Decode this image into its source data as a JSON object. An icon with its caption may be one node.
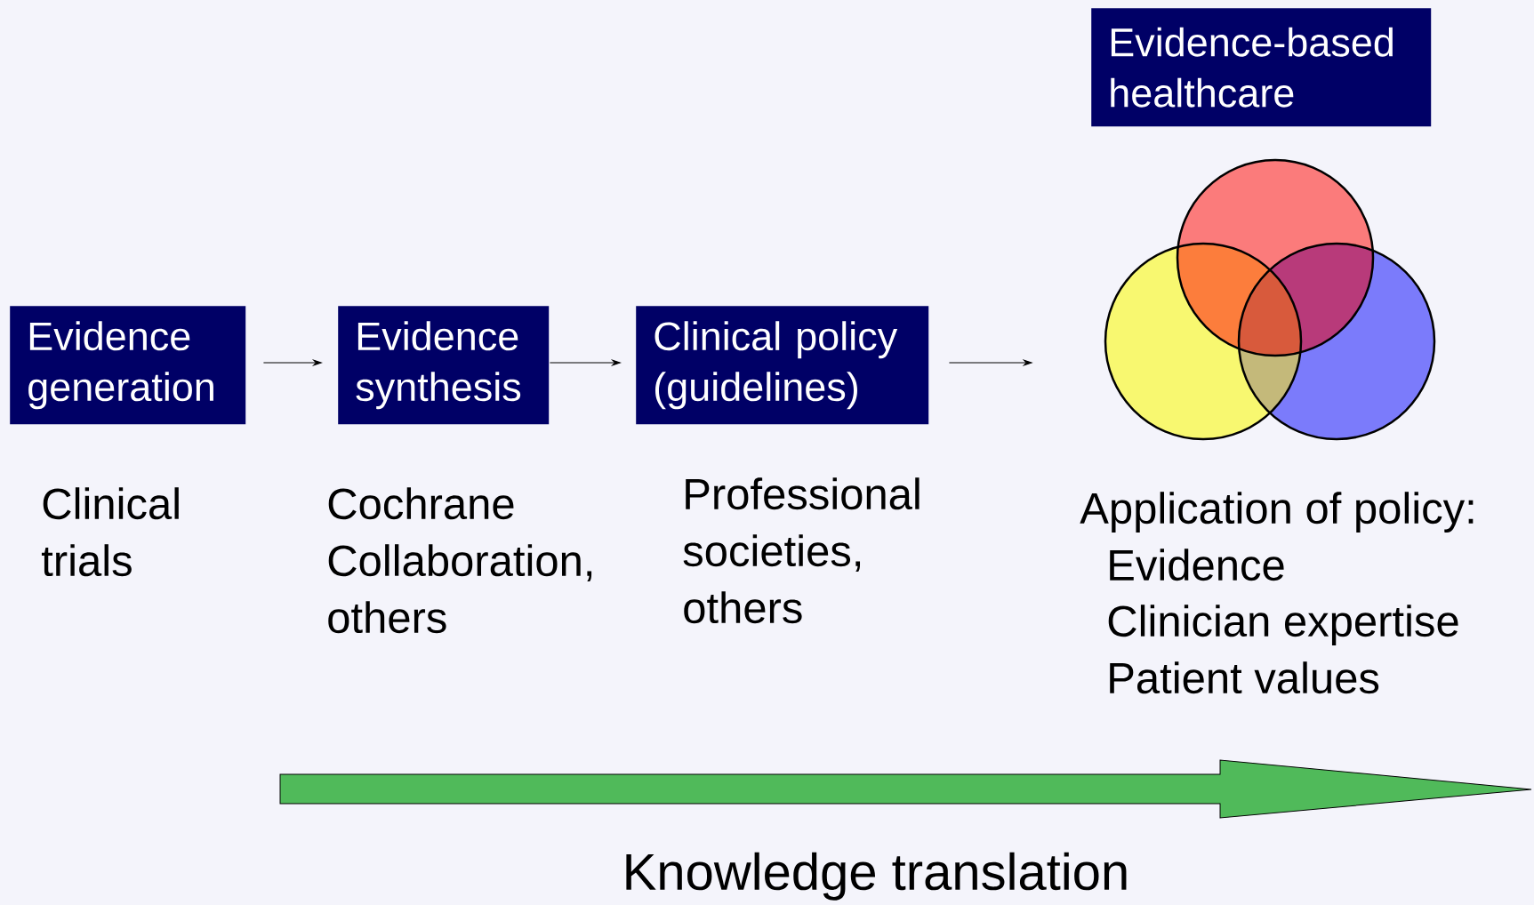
{
  "diagram": {
    "nodes": [
      {
        "text": [
          "Evidence generation"
        ],
        "beside": [
          "Clinical trials"
        ]
      },
      {
        "text": [
          "Evidence synthesis"
        ],
        "beside": [
          "Cochrane Collaboration, others"
        ]
      },
      {
        "text": [
          "Clinical policy (guidelines)"
        ],
        "beside": [
          "Professional societies, others"
        ]
      },
      {
        "text": [
          "Evidence-based healthcare"
        ]
      },
      {
        "text": [],
        "shape": "circle"
      },
      {
        "text": [],
        "shape": "circle"
      },
      {
        "text": [],
        "shape": "circle"
      }
    ],
    "edges": [
      {
        "from": 0,
        "to": 1,
        "arrow": "to"
      },
      {
        "from": 1,
        "to": 2,
        "arrow": "to"
      },
      {
        "from": 2,
        "to": 5,
        "arrow": "to"
      }
    ],
    "labels": [
      "Application of policy:",
      "Evidence",
      "Clinician expertise",
      "Patient values",
      "Knowledge translation"
    ]
  }
}
